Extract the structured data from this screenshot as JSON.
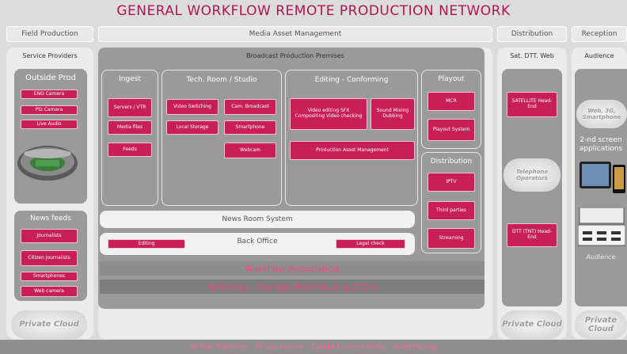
{
  "title": "GENERAL WORKFLOW REMOTE PRODUCTION NETWORK",
  "headers": {
    "field": "Field Production",
    "mam": "Media Asset Management",
    "distribution": "Distribution",
    "reception": "Reception"
  },
  "left": {
    "service_providers": "Service Providers",
    "outside_prod": "Outside Prod",
    "outside_items": [
      "ENG Camera",
      "Ptz Camera",
      "Live Audio"
    ],
    "news_feeds": "News feeds",
    "news_items": [
      "Journalists",
      "Citizen Journalists",
      "Smartphones",
      "Web camera"
    ],
    "cloud": "Private Cloud"
  },
  "mam": {
    "premises": "Broadcast Production Premises",
    "ingest": "Ingest",
    "ingest_items": [
      "Servers / VTR",
      "Media files",
      "Feeds"
    ],
    "tech": "Tech. Room / Studio",
    "tech_items": [
      "Video Switching",
      "Cam. Broadcast",
      "Local Storage",
      "Smartphone",
      "Webcam"
    ],
    "editing": "Editing - Conforming",
    "editing_items": [
      "Video editing SFX Compositing Video checking",
      "Sound Mixing Dubbing",
      "Production Asset Management"
    ],
    "playout": "Playout",
    "playout_items": [
      "MCR",
      "Playout System"
    ],
    "distribution": "Distribution",
    "distribution_items": [
      "IPTV",
      "Third parties",
      "Streaming"
    ],
    "newsroom": "News Room System",
    "backoffice": "Back Office",
    "backoffice_items": [
      "Editing",
      "Legal check"
    ],
    "workflow": "Workflow Automation",
    "archiving": "Archiving - Storage Warehousing LTO-6"
  },
  "distribution": {
    "sat": "Sat. DTT. Web",
    "satellite": "SATELLITE Head-End",
    "telephone": "Telephone Operators",
    "dtt": "DTT (TNT) Head-End",
    "cloud": "Private Cloud"
  },
  "reception": {
    "audience": "Audience",
    "web": "Web, 3G, Smartphone",
    "second": "2-nd screen applications",
    "audience2": "Audience",
    "cloud": "Private Cloud"
  },
  "footer": "IP File Transfer - IT backbone - Cloud Connectivity - Interfacing"
}
